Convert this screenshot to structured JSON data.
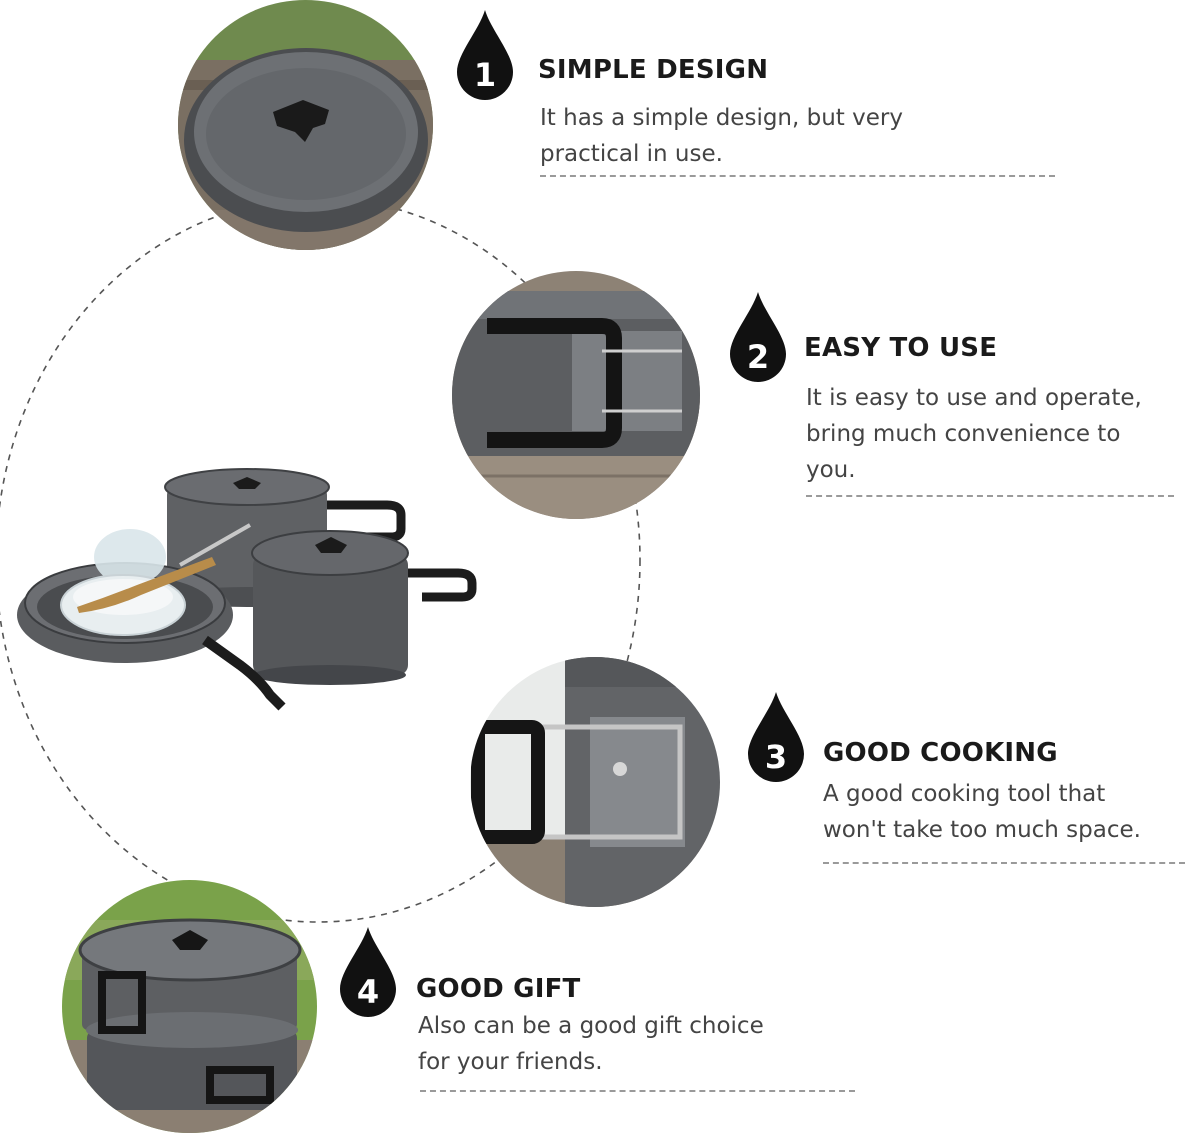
{
  "features": [
    {
      "number": "1",
      "title": "SIMPLE DESIGN",
      "lines": [
        "It has a simple design, but very",
        "practical in use."
      ],
      "photo_icon": "pot-lid-closeup"
    },
    {
      "number": "2",
      "title": "EASY TO USE",
      "lines": [
        "It is easy to use and operate,",
        "bring much convenience to",
        "you."
      ],
      "photo_icon": "folding-handle-closeup"
    },
    {
      "number": "3",
      "title": "GOOD COOKING",
      "lines": [
        "A good cooking tool that",
        "won't take too much space."
      ],
      "photo_icon": "pot-handle-rivet-closeup"
    },
    {
      "number": "4",
      "title": "GOOD GIFT",
      "lines": [
        "Also can be a good gift choice",
        "for your friends."
      ],
      "photo_icon": "stacked-pots-closeup"
    }
  ],
  "product_image": "camping-cookware-set",
  "colors": {
    "drop": "#111111",
    "cookware": "#5b5d60",
    "handle": "#1c1c1c",
    "grass": "#7fa64a",
    "wood": "#8b7d6b"
  }
}
